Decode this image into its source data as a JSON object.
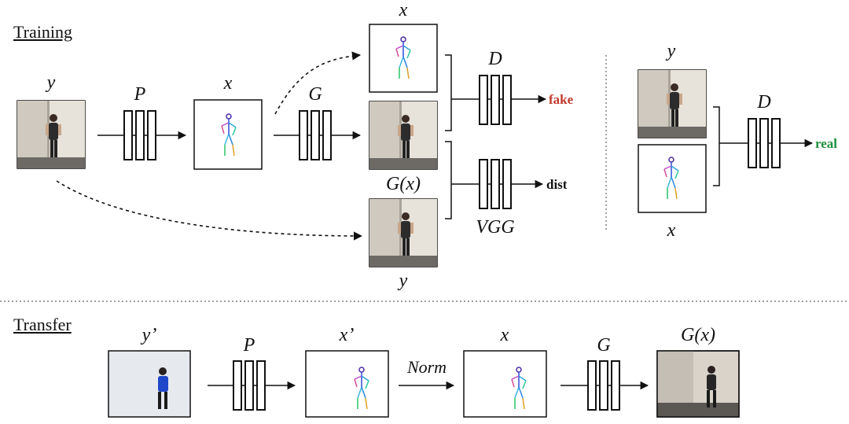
{
  "sections": {
    "training": "Training",
    "transfer": "Transfer"
  },
  "training": {
    "input_label": "y",
    "pose_net_label": "P",
    "pose_label": "x",
    "gen_label": "G",
    "top_stack_label": "x",
    "gen_output_label": "G(x)",
    "bottom_stack_label": "y",
    "disc_label": "D",
    "fake_label": "fake",
    "vgg_label": "VGG",
    "dist_label": "dist",
    "real_top_label": "y",
    "real_bottom_label": "x",
    "real_disc_label": "D",
    "real_label": "real"
  },
  "transfer": {
    "source_label": "y’",
    "pose_net_label": "P",
    "source_pose_label": "x’",
    "norm_label": "Norm",
    "norm_pose_label": "x",
    "gen_label": "G",
    "output_label": "G(x)"
  },
  "colors": {
    "fake": "#c0392b",
    "real": "#1e8f3a",
    "line": "#111111"
  }
}
